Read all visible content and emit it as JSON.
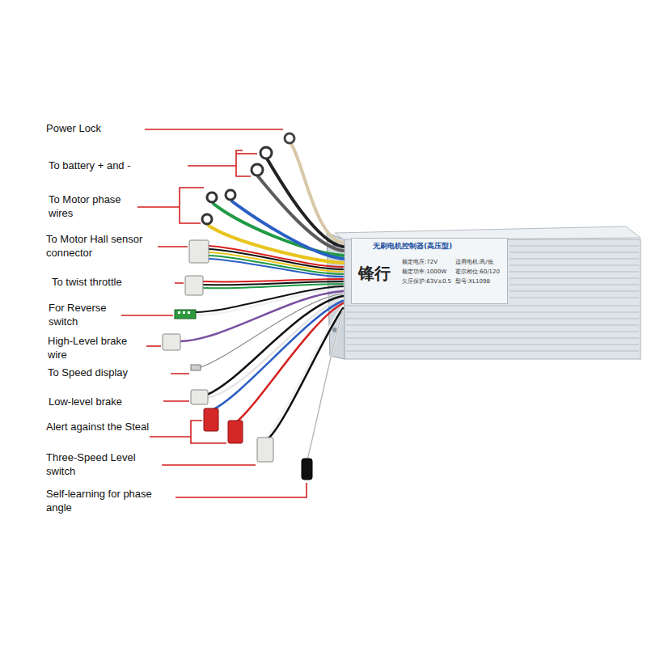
{
  "diagram": {
    "nodes": [
      {
        "text": [
          "无刷电机控制器(高压型)",
          "锋行",
          "额定电压:72V",
          "额定功率:1000W",
          "欠压保护:63V±0.5",
          "适用电机:高/低",
          "霍尔相位:60/120",
          "型号:XL1098"
        ]
      }
    ],
    "labels": [
      "Power Lock",
      "To battery + and -",
      "To Motor phase wires",
      "To Motor Hall sensor connector",
      "To twist throttle",
      "For Reverse switch",
      "High-Level brake wire",
      "To Speed display",
      "Low-level brake",
      "Alert against the Steal",
      "Three-Speed Level switch",
      "Self-learning for phase angle"
    ]
  }
}
